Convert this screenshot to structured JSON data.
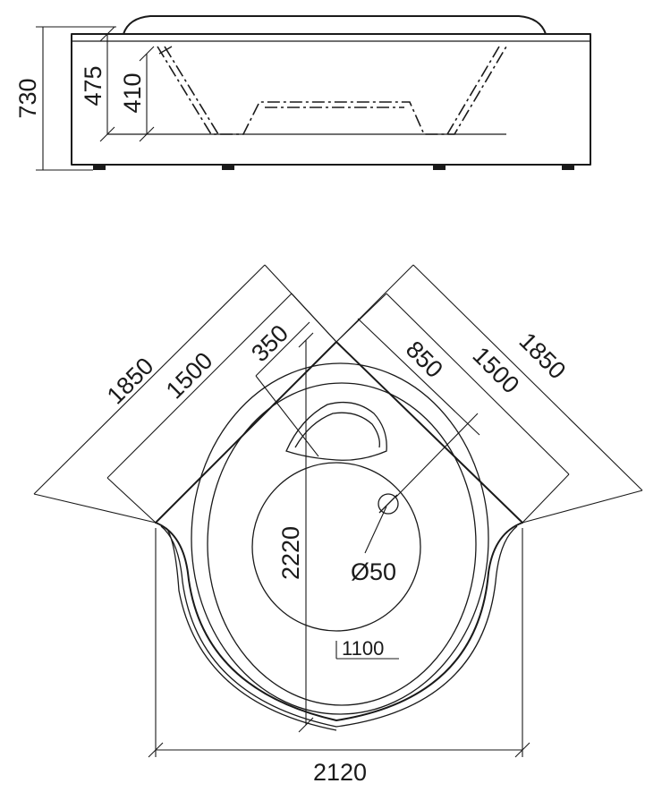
{
  "side_view": {
    "total_height": "730",
    "rim_height": "475",
    "inner_depth": "410"
  },
  "top_view": {
    "left_outer_side": "1850",
    "left_inner_side": "1500",
    "right_outer_side": "1850",
    "right_inner_side": "1500",
    "seat_offset": "350",
    "drain_offset": "850",
    "diagonal": "2220",
    "drain_diameter": "Ø50",
    "bowl_diameter": "1100",
    "overall_width": "2120"
  }
}
